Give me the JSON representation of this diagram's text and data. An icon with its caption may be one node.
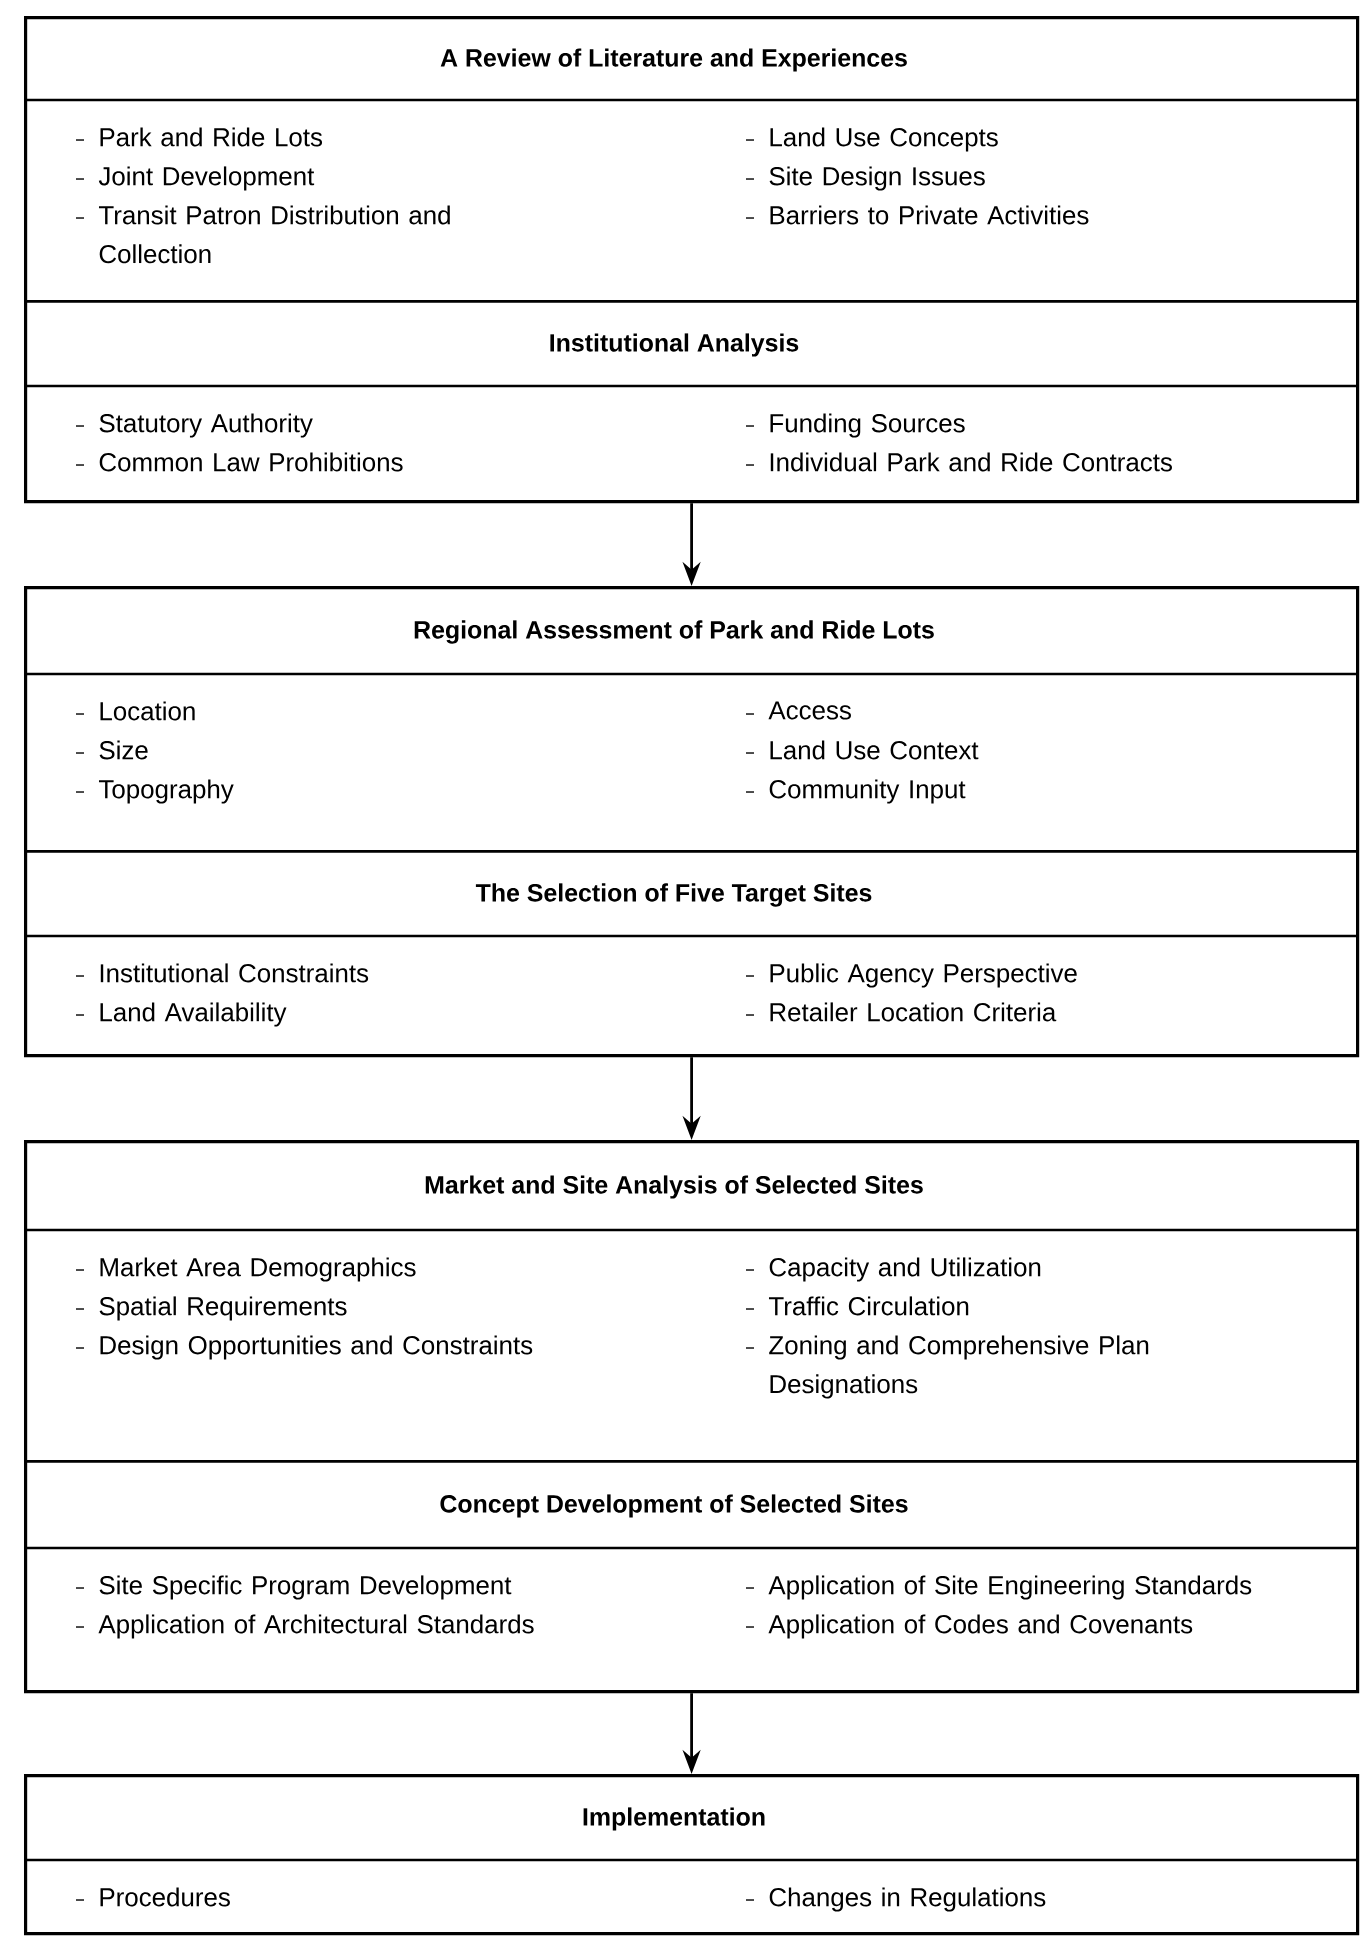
{
  "diagram": {
    "nodes": [
      {
        "text": [],
        "shape": "box"
      },
      {
        "text": [
          "A Review of Literature and Experiences",
          "Park and Ride Lots",
          "Joint Development",
          "Transit Patron Distribution and Collection",
          "Land Use Concepts",
          "Site Design Issues",
          "Barriers to Private Activities"
        ],
        "in": 0
      },
      {
        "text": [
          "Institutional Analysis",
          "Statutory Authority",
          "Common Law Prohibitions",
          "Funding Sources",
          "Individual Park and Ride Contracts"
        ],
        "in": 0
      },
      {
        "text": [],
        "shape": "box"
      },
      {
        "text": [
          "Regional Assessment of Park and Ride Lots",
          "Location",
          "Size",
          "Topography",
          "Access",
          "Land Use Context",
          "Community Input"
        ],
        "in": 3
      },
      {
        "text": [
          "The Selection of Five Target Sites",
          "Institutional Constraints",
          "Land Availability",
          "Public Agency Perspective",
          "Retailer Location Criteria"
        ],
        "in": 3
      },
      {
        "text": [],
        "shape": "box"
      },
      {
        "text": [
          "Market and Site Analysis of Selected Sites",
          "Market Area Demographics",
          "Spatial Requirements",
          "Design Opportunities and Constraints",
          "Capacity and Utilization",
          "Traffic Circulation",
          "Zoning and Comprehensive Plan Designations"
        ],
        "in": 6
      },
      {
        "text": [
          "Concept Development of Selected Sites",
          "Site Specific Program Development",
          "Application of Architectural Standards",
          "Application of Site Engineering Standards",
          "Application of Codes and Covenants"
        ],
        "in": 6
      },
      {
        "text": [],
        "shape": "box"
      },
      {
        "text": [
          "Implementation",
          "Procedures",
          "Changes in Regulations"
        ],
        "in": 9
      }
    ],
    "edges": [
      {
        "from": 0,
        "to": 3,
        "arrow": "to"
      },
      {
        "from": 3,
        "to": 6,
        "arrow": "to"
      },
      {
        "from": 6,
        "to": 9,
        "arrow": "to"
      }
    ]
  }
}
